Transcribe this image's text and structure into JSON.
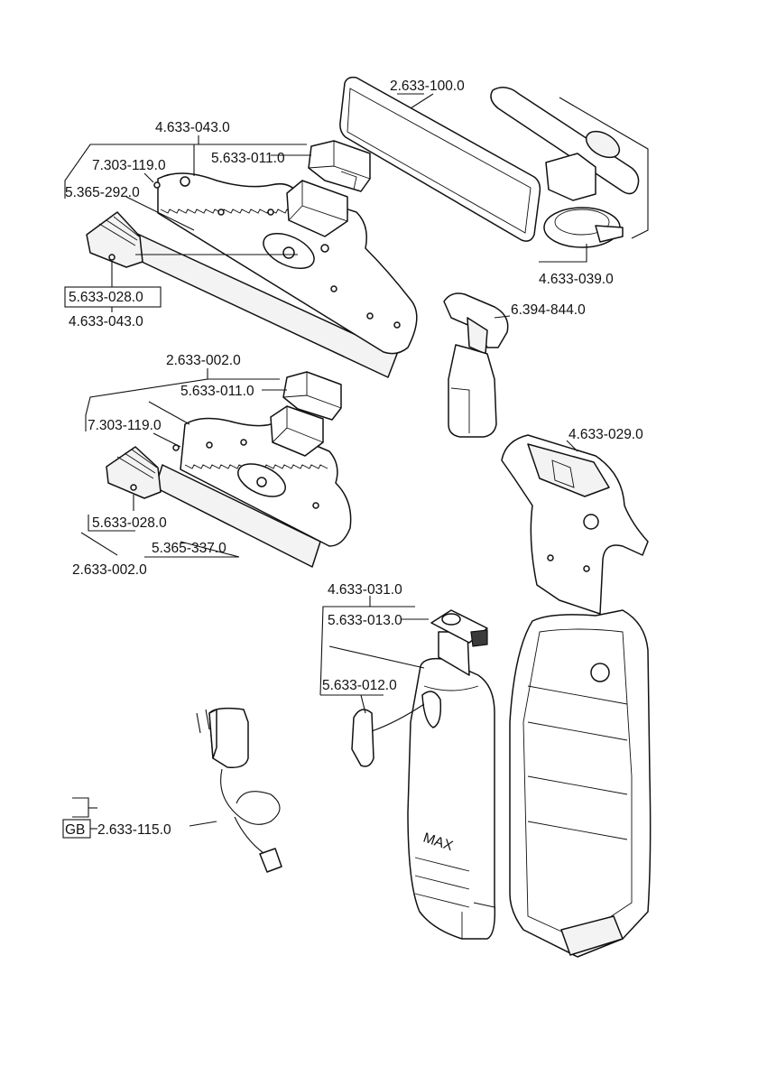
{
  "labels": {
    "l01": "2.633-100.0",
    "l02": "4.633-043.0",
    "l03": "7.303-119.0",
    "l04": "5.633-011.0",
    "l05": "5.365-292.0",
    "l06": "4.633-039.0",
    "l07": "5.633-028.0",
    "l08": "4.633-043.0",
    "l09": "6.394-844.0",
    "l10": "2.633-002.0",
    "l11": "5.633-011.0",
    "l12": "7.303-119.0",
    "l13": "4.633-029.0",
    "l14": "5.633-028.0",
    "l15": "5.365-337.0",
    "l16": "2.633-002.0",
    "l17": "4.633-031.0",
    "l18": "5.633-013.0",
    "l19": "5.633-012.0",
    "l20": "GB",
    "l21": "2.633-115.0"
  },
  "imprint": {
    "max": "MAX"
  }
}
